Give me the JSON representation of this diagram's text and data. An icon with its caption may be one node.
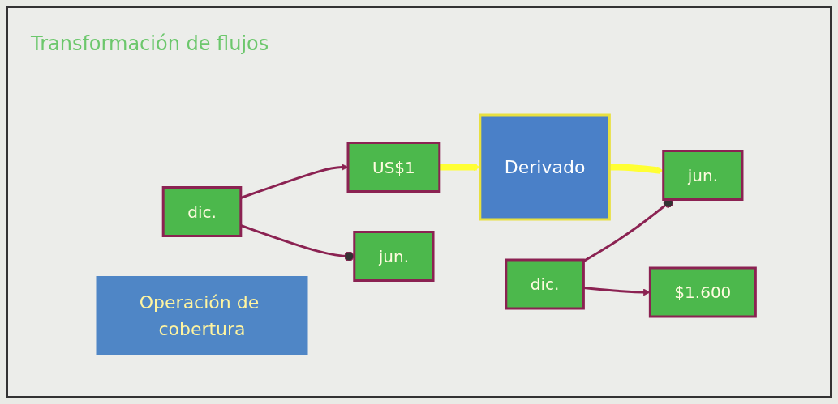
{
  "diagram": {
    "title": "Transformación de flujos",
    "nodes": [
      {
        "text": [
          "US$1"
        ]
      },
      {
        "text": [
          "jun."
        ]
      },
      {
        "text": [
          "dic."
        ]
      },
      {
        "text": [
          "Derivado"
        ]
      },
      {
        "text": [
          "$1.600"
        ]
      },
      {
        "text": [
          "jun."
        ]
      },
      {
        "text": [
          "dic."
        ]
      },
      {
        "text": [
          "Operación de cobertura"
        ]
      }
    ],
    "edges": [
      {
        "from": 2,
        "to": 1,
        "arrow": "other"
      },
      {
        "from": 2,
        "to": 0,
        "arrow": "to"
      },
      {
        "from": 0,
        "to": 3,
        "arrow": "to",
        "style": "thick",
        "color": "#ffff33"
      },
      {
        "from": 3,
        "to": 5,
        "arrow": "to",
        "style": "thick",
        "color": "#ffff33"
      },
      {
        "from": 6,
        "to": 5,
        "arrow": "other"
      },
      {
        "from": 6,
        "to": 4,
        "arrow": "to"
      }
    ]
  }
}
